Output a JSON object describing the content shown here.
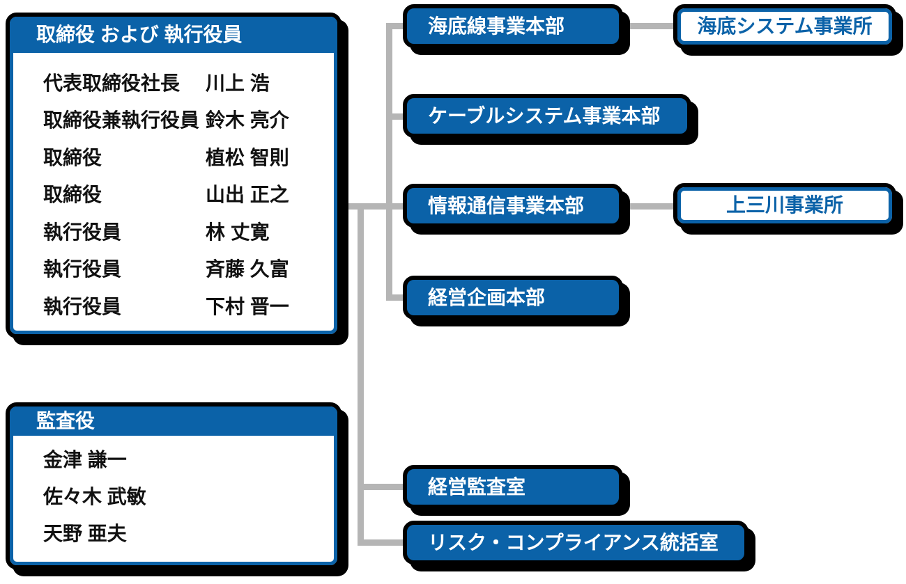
{
  "palette": {
    "blue": "#0b62a8",
    "line_gray": "#b5b5b5",
    "shadow_black": "#000000",
    "text_black": "#111111"
  },
  "directors_box": {
    "title": "取締役 および 執行役員",
    "rows": [
      {
        "title": "代表取締役社長",
        "name": "川上 浩"
      },
      {
        "title": "取締役兼執行役員",
        "name": "鈴木 亮介"
      },
      {
        "title": "取締役",
        "name": "植松 智則"
      },
      {
        "title": "取締役",
        "name": "山出 正之"
      },
      {
        "title": "執行役員",
        "name": "林 丈寛"
      },
      {
        "title": "執行役員",
        "name": "斉藤 久富"
      },
      {
        "title": "執行役員",
        "name": "下村 晋一"
      }
    ]
  },
  "auditors_box": {
    "title": "監査役",
    "rows": [
      {
        "name": "金津 謙一"
      },
      {
        "name": "佐々木 武敏"
      },
      {
        "name": "天野 亜夫"
      }
    ]
  },
  "divisions": [
    {
      "label": "海底線事業本部"
    },
    {
      "label": "ケーブルシステム事業本部"
    },
    {
      "label": "情報通信事業本部"
    },
    {
      "label": "経営企画本部"
    },
    {
      "label": "経営監査室"
    },
    {
      "label": "リスク・コンプライアンス統括室"
    }
  ],
  "offices": [
    {
      "label": "海底システム事業所"
    },
    {
      "label": "上三川事業所"
    }
  ]
}
